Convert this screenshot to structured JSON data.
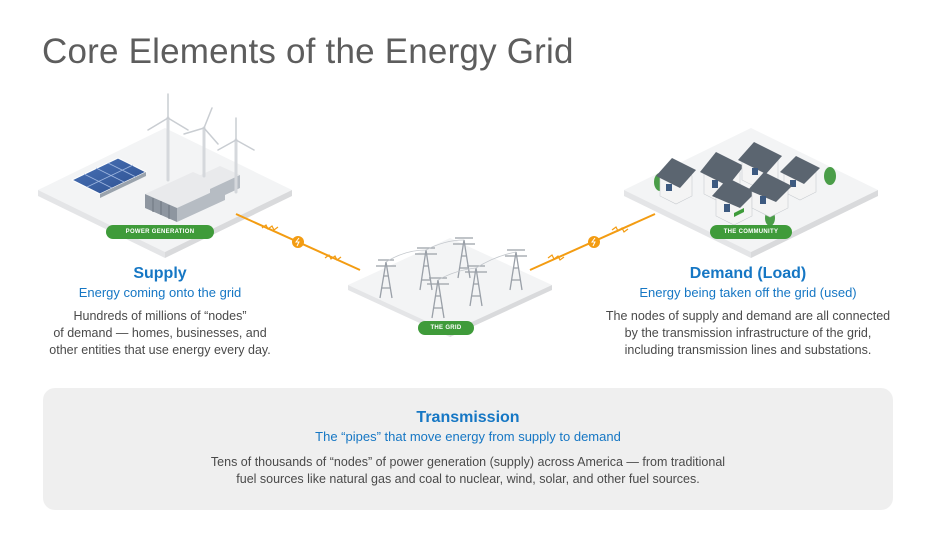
{
  "title": "Core Elements of the Energy Grid",
  "labels": {
    "power_generation": "POWER GENERATION",
    "the_grid": "THE GRID",
    "the_community": "THE COMMUNITY"
  },
  "supply": {
    "heading": "Supply",
    "subheading": "Energy coming onto the grid",
    "body_lines": [
      "Hundreds of millions of “nodes”",
      "of demand — homes, businesses, and",
      "other entities that use energy every day."
    ]
  },
  "demand": {
    "heading": "Demand (Load)",
    "subheading": "Energy being taken off the grid (used)",
    "body_lines": [
      "The nodes of supply and demand are all connected",
      "by the transmission infrastructure of the grid,",
      "including transmission lines and substations."
    ]
  },
  "transmission": {
    "heading": "Transmission",
    "subheading": "The “pipes” that move energy from supply to demand",
    "body_lines": [
      "Tens of thousands of “nodes” of power generation (supply) across America — from traditional",
      "fuel sources like natural gas and coal to nuclear, wind, solar, and other fuel sources."
    ]
  },
  "icons": [
    "lightning-bolt-icon",
    "wind-turbine-icon",
    "solar-panel-icon",
    "power-tower-icon",
    "house-icon"
  ],
  "colors": {
    "title": "#5d5d5d",
    "accent_blue": "#1677c4",
    "label_green": "#3f9b3a",
    "power_line_orange": "#f39c12",
    "panel_grey": "#efefef"
  }
}
